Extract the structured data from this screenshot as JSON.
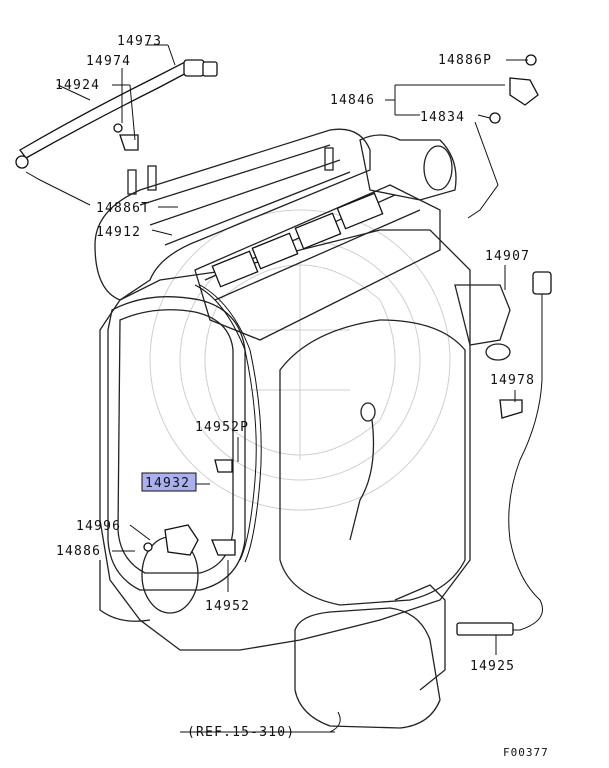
{
  "labels": {
    "p14973": "14973",
    "p14974": "14974",
    "p14924": "14924",
    "p14886P": "14886P",
    "p14846": "14846",
    "p14834": "14834",
    "p14886T": "14886T",
    "p14912": "14912",
    "p14907": "14907",
    "p14978": "14978",
    "p14952P": "14952P",
    "p14932": "14932",
    "p14996": "14996",
    "p14886": "14886",
    "p14952": "14952",
    "p14925": "14925",
    "ref": "(REF.15-310)",
    "figure_id": "F00377"
  },
  "highlight": {
    "part": "14932",
    "color": "#aab0ee"
  }
}
